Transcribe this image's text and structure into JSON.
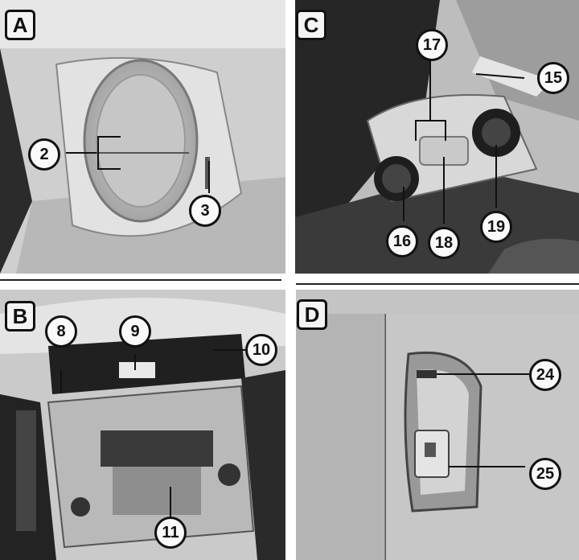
{
  "panels": {
    "A": {
      "letter": "A",
      "callouts": [
        "2",
        "3"
      ]
    },
    "B": {
      "letter": "B",
      "callouts": [
        "8",
        "9",
        "10",
        "11"
      ]
    },
    "C": {
      "letter": "C",
      "callouts": [
        "15",
        "16",
        "17",
        "18",
        "19"
      ]
    },
    "D": {
      "letter": "D",
      "callouts": [
        "24",
        "25"
      ]
    }
  }
}
